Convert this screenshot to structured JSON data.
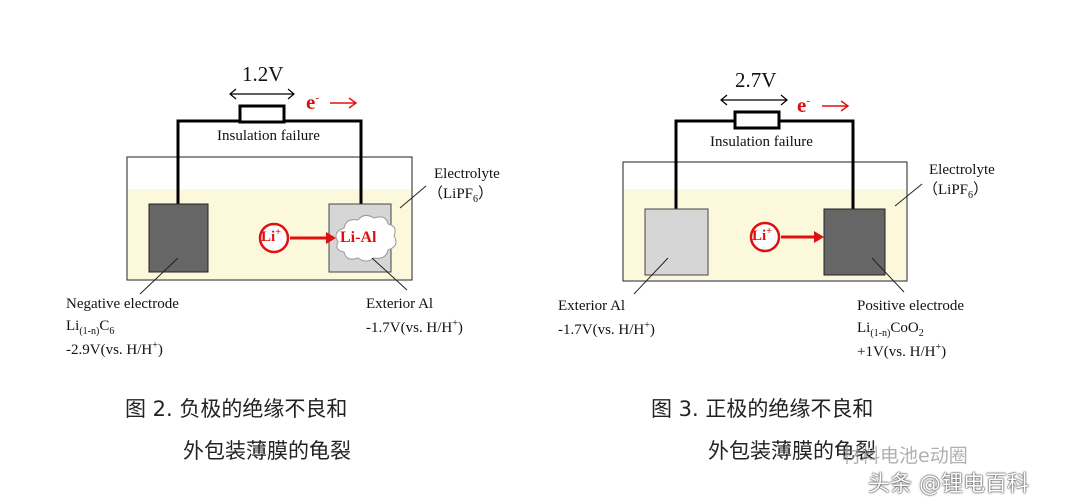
{
  "colors": {
    "electrolyte_fill": "#fbf8dc",
    "dark_electrode": "#666666",
    "light_electrode": "#d6d6d6",
    "accent_red": "#e01010",
    "wire": "#000000"
  },
  "fig2": {
    "voltage": "1.2V",
    "electron": "e",
    "electron_sup": "-",
    "insulation": "Insulation failure",
    "electrolyte": "Electrolyte",
    "electrolyte_formula": "（LiPF",
    "electrolyte_sub": "6",
    "electrolyte_close": "）",
    "li_ion": "Li",
    "li_ion_sup": "+",
    "li_al": "Li-Al",
    "neg_name": "Negative  electrode",
    "neg_formula_a": "Li",
    "neg_formula_sub": "(1-n)",
    "neg_formula_b": "C",
    "neg_formula_sub2": "6",
    "neg_potential": "-2.9V(vs. H/H",
    "neg_potential_sup": "+",
    "neg_potential_close": ")",
    "ext_name": "Exterior  Al",
    "ext_potential": "-1.7V(vs.  H/H",
    "ext_potential_sup": "+",
    "ext_potential_close": ")",
    "caption_line1": "图 2. 负极的绝缘不良和",
    "caption_line2": "外包装薄膜的龟裂"
  },
  "fig3": {
    "voltage": "2.7V",
    "electron": "e",
    "electron_sup": "-",
    "insulation": "Insulation failure",
    "electrolyte": "Electrolyte",
    "electrolyte_formula": "（LiPF",
    "electrolyte_sub": "6",
    "electrolyte_close": "）",
    "li_ion": "Li",
    "li_ion_sup": "+",
    "ext_name": "Exterior  Al",
    "ext_potential": "-1.7V(vs.  H/H",
    "ext_potential_sup": "+",
    "ext_potential_close": ")",
    "pos_name": "Positive  electrode",
    "pos_formula_a": "Li",
    "pos_formula_sub": "(1-n)",
    "pos_formula_b": "CoO",
    "pos_formula_sub2": "2",
    "pos_potential": "+1V(vs.  H/H",
    "pos_potential_sup": "+",
    "pos_potential_close": ")",
    "caption_line1": "图 3. 正极的绝缘不良和",
    "caption_line2": "外包装薄膜的龟裂"
  },
  "watermark": {
    "line1": "材料电池e动圈",
    "line2": "头条 @锂电百科"
  }
}
